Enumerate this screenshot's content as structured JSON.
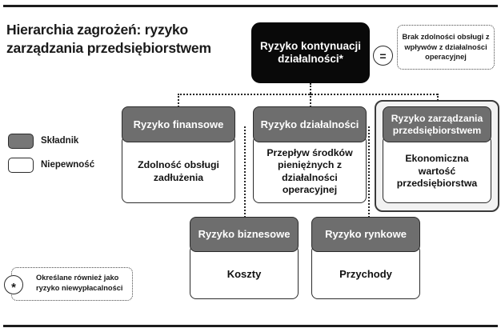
{
  "title": "Hierarchia zagrożeń: ryzyko zarządzania przedsiębiorstwem",
  "legend": {
    "items": [
      {
        "label": "Składnik",
        "swatch": "filled",
        "color": "#6e6e6e"
      },
      {
        "label": "Niepewność",
        "swatch": "empty",
        "color": "#ffffff"
      }
    ]
  },
  "footnote": {
    "marker": "*",
    "text": "Określane również jako ryzyko niewypłacalności"
  },
  "root": {
    "label": "Ryzyko kontynuacji działalności*",
    "color": "#090909"
  },
  "equals_sign": "=",
  "callout": {
    "text": "Brak zdolności obsługi z wpływów z działalności operacyjnej"
  },
  "nodes": [
    {
      "id": "financial-risk",
      "head": "Ryzyko finansowe",
      "body": "Zdolność obsługi zadłużenia"
    },
    {
      "id": "operating-risk",
      "head": "Ryzyko działalności",
      "body": "Przepływ środków pieniężnych z działalności operacyjnej"
    },
    {
      "id": "management-risk",
      "head": "Ryzyko zarządzania przedsiębiorstwem",
      "body": "Ekonomiczna wartość przedsiębiorstwa",
      "highlighted": true
    },
    {
      "id": "business-risk",
      "head": "Ryzyko biznesowe",
      "body": "Koszty"
    },
    {
      "id": "market-risk",
      "head": "Ryzyko rynkowe",
      "body": "Przychody"
    }
  ],
  "colors": {
    "header_fill": "#6e6e6e",
    "body_fill": "#ffffff",
    "root_fill": "#090909",
    "stroke": "#2b2b2b",
    "connector": "#262626"
  }
}
